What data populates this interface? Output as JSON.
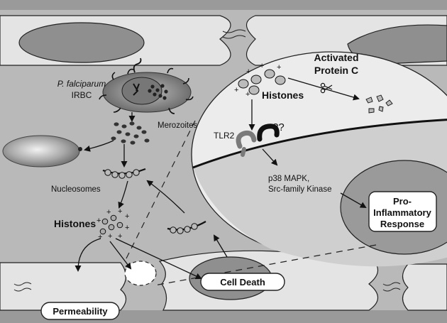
{
  "figure": {
    "labels": {
      "parasite_name": "P. falciparum",
      "parasite_cell": "IRBC",
      "merozoites": "Merozoites",
      "nucleosomes": "Nucleosomes",
      "histones_left": "Histones",
      "activated_pc_line1": "Activated",
      "activated_pc_line2": "Protein C",
      "histones_right": "Histones",
      "tlr2": "TLR2",
      "unknown_receptor": "??",
      "kinase_line1": "p38 MAPK,",
      "kinase_line2": "Src-family Kinase",
      "response_line1": "Pro-",
      "response_line2": "Inflammatory",
      "response_line3": "Response",
      "cell_death": "Cell Death",
      "permeability": "Permeability"
    },
    "icons": [
      "scissors-icon",
      "receptor-icon",
      "histone-particle-icon",
      "nucleosome-icon"
    ],
    "colors": {
      "background": "#b9b9b9",
      "cell_fill": "#e4e4e4",
      "nucleus_fill": "#8f8f8f",
      "text": "#111111",
      "white_box": "#ffffff"
    }
  }
}
